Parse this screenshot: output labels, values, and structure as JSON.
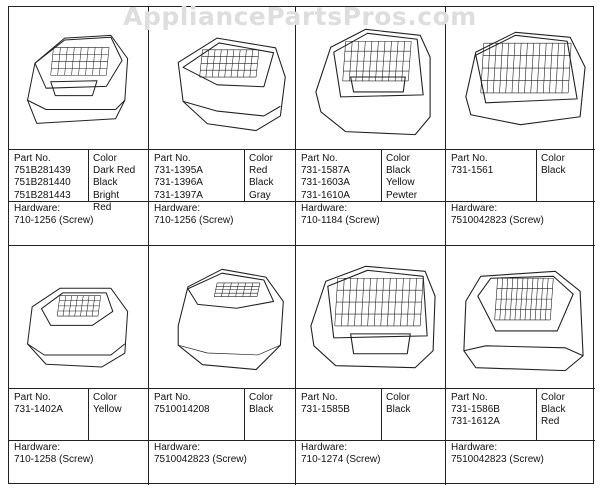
{
  "watermark": "AppliancePartsPros.com",
  "labels": {
    "part_no": "Part No.",
    "color": "Color",
    "hardware": "Hardware:"
  },
  "cells": [
    {
      "parts": [
        "751B281439",
        "751B281440",
        "751B281443"
      ],
      "colors": [
        "Dark Red",
        "Black",
        "Bright",
        "Red"
      ],
      "hardware": "710-1256 (Screw)",
      "icon": "engine-cover-vented-top-icon"
    },
    {
      "parts": [
        "731-1395A",
        "731-1396A",
        "731-1397A"
      ],
      "colors": [
        "Red",
        "Black",
        "Gray"
      ],
      "hardware": "710-1256 (Screw)",
      "icon": "engine-cover-wide-grille-icon"
    },
    {
      "parts": [
        "731-1587A",
        "731-1603A",
        "731-1610A"
      ],
      "colors": [
        "Black",
        "Yellow",
        "Pewter"
      ],
      "hardware": "710-1184 (Screw)",
      "icon": "engine-cover-tall-grille-icon"
    },
    {
      "parts": [
        "731-1561"
      ],
      "colors": [
        "Black"
      ],
      "hardware": "7510042823 (Screw)",
      "icon": "engine-cover-rounded-grille-icon"
    },
    {
      "parts": [
        "731-1402A"
      ],
      "colors": [
        "Yellow"
      ],
      "hardware": "710-1258 (Screw)",
      "icon": "engine-cover-small-grille-icon"
    },
    {
      "parts": [
        "7510014208"
      ],
      "colors": [
        "Black"
      ],
      "hardware": "7510042823 (Screw)",
      "icon": "engine-cover-dome-icon"
    },
    {
      "parts": [
        "731-1585B"
      ],
      "colors": [
        "Black"
      ],
      "hardware": "710-1274 (Screw)",
      "icon": "engine-cover-deep-grille-icon"
    },
    {
      "parts": [
        "731-1586B",
        "731-1612A"
      ],
      "colors": [
        "Black",
        "Red"
      ],
      "hardware": "7510042823 (Screw)",
      "icon": "engine-cover-box-grille-icon"
    }
  ]
}
